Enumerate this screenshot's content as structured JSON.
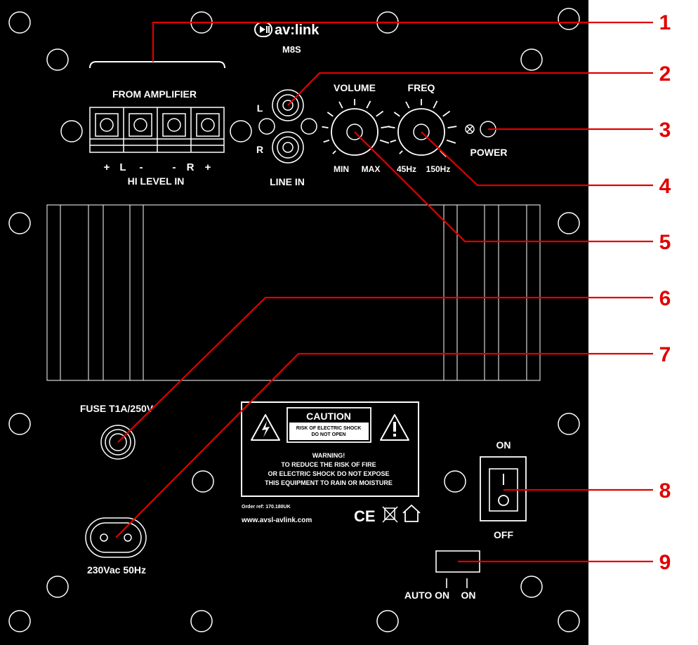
{
  "brand": {
    "logo_text": "av:link",
    "model": "M8S"
  },
  "inputs": {
    "from_amplifier": "FROM AMPLIFIER",
    "hi_level_in": "HI LEVEL IN",
    "terminal_marks": [
      "+",
      "L",
      "-",
      "-",
      "R",
      "+"
    ],
    "line_in": "LINE IN",
    "line_l": "L",
    "line_r": "R"
  },
  "controls": {
    "volume": "VOLUME",
    "vol_min": "MIN",
    "vol_max": "MAX",
    "freq": "FREQ",
    "freq_low": "45Hz",
    "freq_high": "150Hz",
    "power": "POWER"
  },
  "fuse_label": "FUSE T1A/250V",
  "mains_label": "230Vac 50Hz",
  "caution": {
    "title": "CAUTION",
    "sub1": "RISK OF ELECTRIC SHOCK",
    "sub2": "DO NOT OPEN",
    "warning_title": "WARNING!",
    "line1": "TO REDUCE THE RISK OF FIRE",
    "line2": "OR ELECTRIC SHOCK DO NOT EXPOSE",
    "line3": "THIS EQUIPMENT TO RAIN OR MOISTURE"
  },
  "order_ref": "Order ref: 170.180UK",
  "website": "www.avsl-avlink.com",
  "marks": {
    "ce": "CE"
  },
  "power_switch": {
    "on": "ON",
    "off": "OFF",
    "i": "I",
    "o": "O"
  },
  "mode_switch": {
    "auto_on": "AUTO ON",
    "on": "ON"
  },
  "callouts": [
    "1",
    "2",
    "3",
    "4",
    "5",
    "6",
    "7",
    "8",
    "9"
  ]
}
